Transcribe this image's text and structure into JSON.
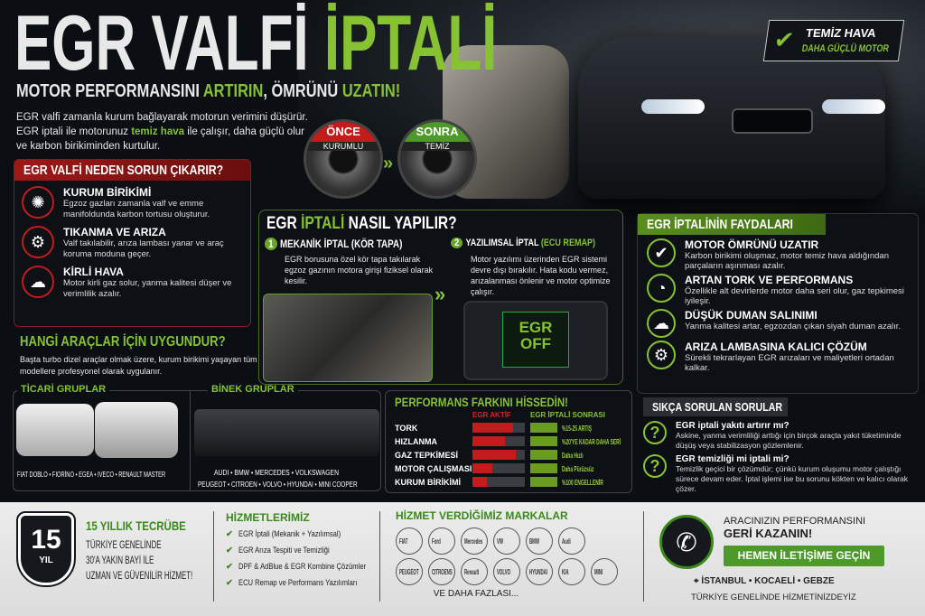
{
  "header": {
    "title_white": "EGR VALFİ",
    "title_green": "İPTALİ",
    "subtitle_parts": [
      "MOTOR PERFORMANSINI ",
      "ARTIRIN",
      ", ÖMRÜNÜ ",
      "UZATIN!"
    ],
    "intro_parts": [
      "EGR valfi zamanla kurum bağlayarak motorun verimini düşürür. EGR iptali ile motorunuz ",
      "temiz hava",
      " ile çalışır, daha güçlü olur ve karbon birikiminden kurtulur."
    ]
  },
  "badge": {
    "line1": "TEMİZ HAVA",
    "line2": "DAHA GÜÇLÜ MOTOR",
    "icon": "check-icon"
  },
  "before_after": {
    "before_label": "ÖNCE",
    "before_sub": "KURUMLU",
    "after_label": "SONRA",
    "after_sub": "TEMİZ"
  },
  "problems": {
    "title": "EGR VALFİ NEDEN SORUN ÇIKARIR?",
    "items": [
      {
        "title": "KURUM BİRİKİMİ",
        "text": "Egzoz gazları zamanla valf ve emme manifoldunda karbon tortusu oluşturur.",
        "icon": "soot-icon"
      },
      {
        "title": "TIKANMA VE ARIZA",
        "text": "Valf takılabilir, arıza lambası yanar ve araç koruma moduna geçer.",
        "icon": "engine-icon"
      },
      {
        "title": "KİRLİ HAVA",
        "text": "Motor kirli gaz solur, yanma kalitesi düşer ve verimlilik azalır.",
        "icon": "smoke-icon"
      }
    ]
  },
  "suitable": {
    "title": "HANGİ ARAÇLAR İÇİN UYGUNDUR?",
    "text": "Başta turbo dizel araçlar olmak üzere, kurum birikimi yaşayan tüm modellere profesyonel olarak uygulanır.",
    "commercial_title": "TİCARİ GRUPLAR",
    "commercial_list": "FIAT DOBLO • FIORİNO • EGEA • IVECO • RENAULT MASTER",
    "passenger_title": "BİNEK GRUPLAR",
    "passenger_list1": "AUDI  •  BMW • MERCEDES • VOLKSWAGEN",
    "passenger_list2": "PEUGEOT • CITROEN • VOLVO • HYUNDAI • MINI COOPER"
  },
  "how": {
    "title_parts": [
      "EGR ",
      "İPTALİ",
      " NASIL YAPILIR?"
    ],
    "step1": {
      "num": "1",
      "title": "MEKANİK İPTAL (KÖR TAPA)",
      "text": "EGR borusuna özel kör tapa takılarak egzoz gazının motora girişi fiziksel olarak kesilir."
    },
    "step2": {
      "num": "2",
      "title": "YAZILIMSAL İPTAL ",
      "title_green": "(ECU REMAP)",
      "text": "Motor yazılımı üzerinden EGR sistemi devre dışı bırakılır. Hata kodu vermez, arızalanması önlenir ve motor optimize çalışır.",
      "screen": "EGR OFF"
    }
  },
  "performance": {
    "title": "PERFORMANS FARKINI HİSSEDİN!",
    "col_before": "EGR AKTİF",
    "col_after": "EGR İPTALİ SONRASI",
    "rows": [
      {
        "name": "TORK",
        "before": 0.77,
        "after": "%15-25 ARTIŞ"
      },
      {
        "name": "HIZLANMA",
        "before": 0.62,
        "after": "%20'YE KADAR DAHA SERİ"
      },
      {
        "name": "GAZ TEPKİMESİ",
        "before": 0.83,
        "after": "Daha Hızlı"
      },
      {
        "name": "MOTOR ÇALIŞMASI",
        "before": 0.38,
        "after": "Daha Pürüzsüz"
      },
      {
        "name": "KURUM BİRİKİMİ",
        "before": 0.28,
        "after": "%100 ENGELLENİR"
      }
    ]
  },
  "benefits": {
    "title": "EGR İPTALİNİN FAYDALARI",
    "items": [
      {
        "title": "MOTOR ÖMRÜNÜ UZATIR",
        "text": "Karbon birikimi oluşmaz, motor temiz hava aldığından parçaların aşınması azalır.",
        "icon": "shield-check-icon"
      },
      {
        "title": "ARTAN TORK VE PERFORMANS",
        "text": "Özellikle alt devirlerde motor daha seri olur, gaz tepkimesi iyileşir.",
        "icon": "speedometer-icon"
      },
      {
        "title": "DÜŞÜK DUMAN SALINIMI",
        "text": "Yanma kalitesi artar, egzozdan çıkan siyah duman azalır.",
        "icon": "smoke-icon"
      },
      {
        "title": "ARIZA LAMBASINA KALICI ÇÖZÜM",
        "text": "Sürekli tekrarlayan EGR arızaları ve maliyetleri ortadan kalkar.",
        "icon": "engine-icon"
      }
    ]
  },
  "faq": {
    "title": "SIKÇA SORULAN SORULAR",
    "items": [
      {
        "q": "EGR iptali yakıtı artırır mı?",
        "a": "Askine, yanma verimliliği arttığı için birçok araçta yakıt tüketiminde düşüş veya stabilizasyon gözlemlenir."
      },
      {
        "q": "EGR temizliği mi iptali mi?",
        "a": "Temizlik geçici bir çözümdür; çünkü kurum oluşumu motor çalıştığı sürece devam eder. İptal işlemi ise bu sorunu kökten ve kalıcı olarak çözer."
      }
    ]
  },
  "experience": {
    "badge_num": "15",
    "badge_unit": "YIL",
    "title": "15 YILLIK TECRÜBE",
    "lines": [
      "TÜRKİYE GENELİNDE",
      "30'A YAKIN BAYİ İLE",
      "UZMAN VE GÜVENİLİR HİZMET!"
    ]
  },
  "services": {
    "title": "HİZMETLERİMİZ",
    "items": [
      "EGR İptali (Mekanik + Yazılımsal)",
      "EGR Arıza Tespiti ve Temizliği",
      "DPF & AdBlue & EGR Kombine Çözümler",
      "ECU Remap ve Performans Yazılımları"
    ]
  },
  "brands": {
    "title": "HİZMET VERDİĞİMİZ MARKALAR",
    "row1": [
      "FIAT",
      "Ford",
      "Mercedes",
      "VW",
      "BMW",
      "Audi"
    ],
    "row2": [
      "PEUGEOT",
      "CITROENS",
      "Renault",
      "VOLVO",
      "HYUNDAI",
      "KIA",
      "MINI"
    ],
    "more": "VE DAHA FAZLASI..."
  },
  "contact": {
    "line1": "ARACINIZIN PERFORMANSINI",
    "line2": "GERİ KAZANIN!",
    "button": "HEMEN İLETİŞİME GEÇİN",
    "cities": "İSTANBUL  •  KOCAELİ  •  GEBZE",
    "footer": "TÜRKİYE GENELİNDE HİZMETİNİZDEYİZ"
  },
  "colors": {
    "green": "#86c232",
    "red": "#c41c1c",
    "button_green": "#4d9a2a"
  }
}
